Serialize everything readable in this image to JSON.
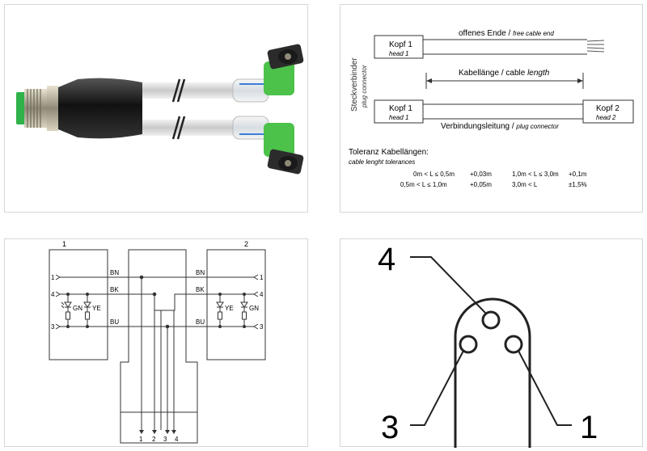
{
  "product_photo": {
    "alt": "M12 Y-distributor cable with two angled female connectors"
  },
  "cable_diagram": {
    "side_label": "Steckverbinder",
    "side_label_en": "plug connector",
    "head1": "Kopf 1",
    "head1_en": "head 1",
    "head2": "Kopf 2",
    "head2_en": "head 2",
    "open_end": "offenes Ende",
    "open_end_sep": " / ",
    "open_end_en": "free cable end",
    "cable_length": "Kabellänge / cable ",
    "cable_length_en": "length",
    "plug_connector": "Verbindungsleitung / ",
    "plug_connector_en": "plug connector",
    "tolerance_title": "Toleranz Kabellängen:",
    "tolerance_title_en": "cable lenght tolerances",
    "tolerances": [
      {
        "range": "0m < L ≤ 0,5m",
        "tol": "+0,03m"
      },
      {
        "range": "0,5m < L ≤ 1,0m",
        "tol": "+0,05m"
      },
      {
        "range": "1,0m < L ≤ 3,0m",
        "tol": "+0,1m"
      },
      {
        "range": "3,0m < L",
        "tol": "±1,5%"
      }
    ]
  },
  "wiring": {
    "head1_label": "1",
    "head2_label": "2",
    "wire_bn": "BN",
    "wire_bk": "BK",
    "wire_bu": "BU",
    "pin1": "1",
    "pin4": "4",
    "pin3": "3",
    "led_gn": "GN",
    "led_ye": "YE",
    "bottom_pins": [
      "1",
      "2",
      "3",
      "4"
    ]
  },
  "pinout": {
    "pin4": "4",
    "pin3": "3",
    "pin1": "1"
  }
}
